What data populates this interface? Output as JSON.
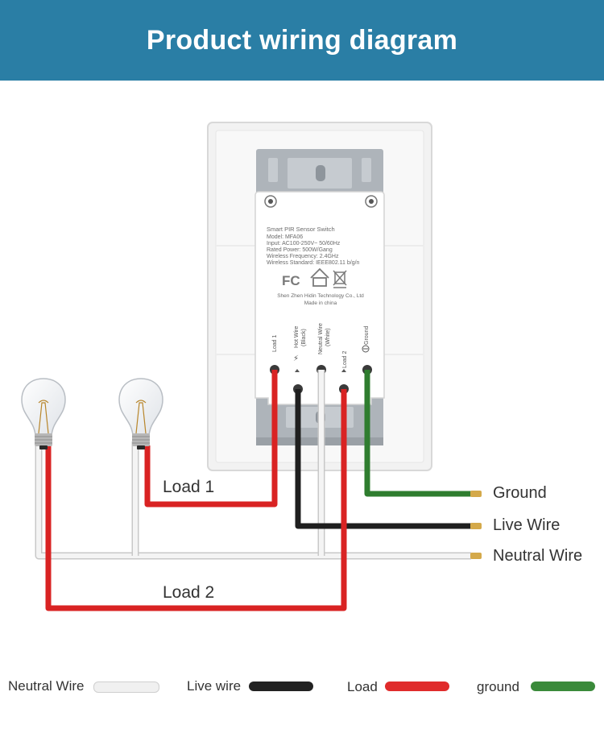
{
  "title": "Product wiring diagram",
  "device": {
    "label_lines": [
      "Smart PIR Sensor Switch",
      "Model: MFA06",
      "Input: AC100-250V~ 50/60Hz",
      "Rated Power: 500W/Gang",
      "Wireless Frequency: 2.4GHz",
      "Wireless Standard: IEEE802.11 b/g/n"
    ],
    "manufacturer": "Shen Zhen Hidin Technology Co., Ltd",
    "made_in": "Made in china",
    "cert_fc": "FC",
    "terminals": {
      "load1": "Load 1",
      "hot_line1": "Hot Wire",
      "hot_line2": "(Black)",
      "neutral_line1": "Neutral Wire",
      "neutral_line2": "(White)",
      "load2": "Load 2",
      "ground": "Ground"
    }
  },
  "wire_labels": {
    "load1": "Load 1",
    "load2": "Load 2",
    "ground": "Ground",
    "live": "Live Wire",
    "neutral": "Neutral Wire"
  },
  "legend": [
    {
      "label": "Neutral Wire",
      "color": "#f0f0f0"
    },
    {
      "label": "Live wire",
      "color": "#222222"
    },
    {
      "label": "Load",
      "color": "#e02b2b"
    },
    {
      "label": "ground",
      "color": "#3a8a3a"
    }
  ],
  "colors": {
    "banner": "#2a7ea5",
    "neutral": "#f0f0f0",
    "live": "#222222",
    "load": "#e02b2b",
    "ground": "#3a8a3a",
    "wire_tip": "#d4a94a"
  }
}
